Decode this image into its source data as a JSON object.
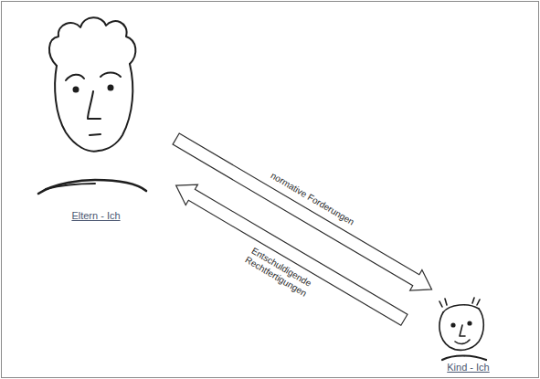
{
  "diagram": {
    "nodes": [
      {
        "text": [
          "Eltern - Ich"
        ]
      },
      {
        "text": [
          "Kind - Ich"
        ]
      }
    ],
    "edges": [
      {
        "from": 0,
        "to": 1,
        "label": "normative Forderungen",
        "arrow": "to"
      },
      {
        "from": 1,
        "to": 0,
        "label": "Entschuldigende Rechtfertigungen",
        "arrow": "to"
      }
    ]
  }
}
